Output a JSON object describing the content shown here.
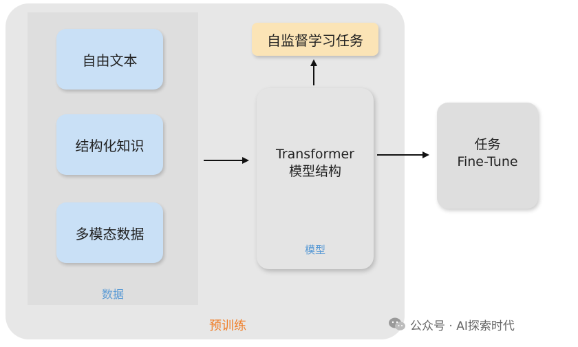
{
  "diagram": {
    "pretrain_label": "预训练",
    "data_items": [
      "自由文本",
      "结构化知识",
      "多模态数据"
    ],
    "data_label": "数据",
    "model": {
      "title_line1": "Transformer",
      "title_line2": "模型结构",
      "caption": "模型"
    },
    "selfsup_task": "自监督学习任务",
    "finetune": {
      "line1": "任务",
      "line2": "Fine-Tune"
    }
  },
  "watermark": {
    "icon": "wechat-icon",
    "text": "公众号 · AI探索时代"
  },
  "colors": {
    "data_box": "#c9e0f6",
    "task_box": "#fbe4b6",
    "pretrain_label": "#f07f2a",
    "caption": "#5b9bd5"
  }
}
